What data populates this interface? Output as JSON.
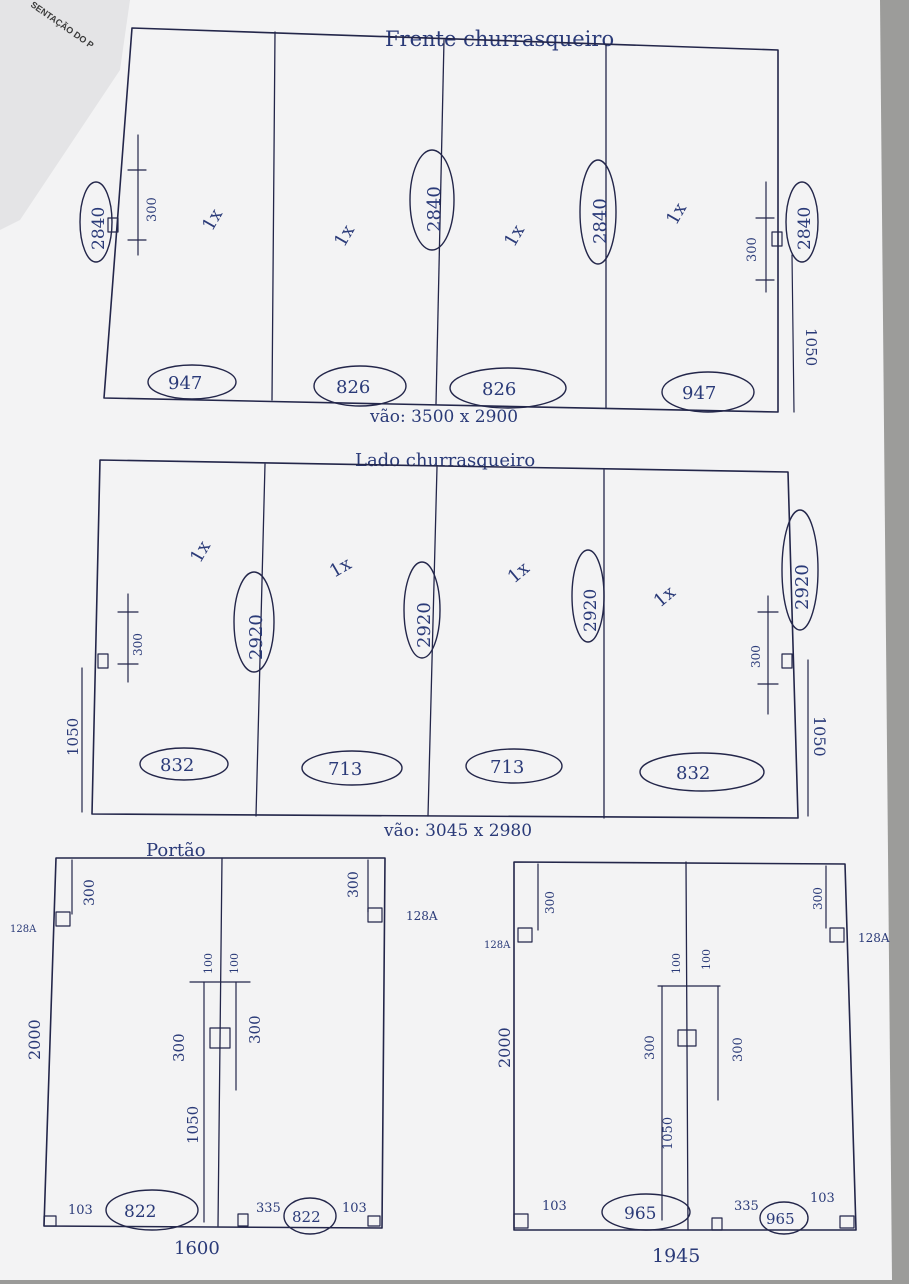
{
  "background_paper": {
    "corner_label": "SENTAÇÃO DO P"
  },
  "front": {
    "title": "Frente churrasqueiro",
    "footer": "vão: 3500 x 2900",
    "panel_heights": [
      "2840",
      "2840",
      "2840",
      "2840"
    ],
    "panel_widths": [
      "947",
      "826",
      "826",
      "947"
    ],
    "marks": [
      "1x",
      "1x",
      "1x",
      "1x"
    ],
    "lock_offset": "300",
    "handle_height": "1050"
  },
  "side": {
    "title": "Lado churrasqueiro",
    "footer": "vão: 3045 x 2980",
    "panel_heights": [
      "2920",
      "2920",
      "2920",
      "2920"
    ],
    "panel_widths": [
      "832",
      "713",
      "713",
      "832"
    ],
    "marks": [
      "1x",
      "1x",
      "1x",
      "1x"
    ],
    "lock_offset": "300",
    "handle_height": "1050"
  },
  "gate_left": {
    "title": "Portão",
    "width_total": "1600",
    "height": "2000",
    "top_offset": "300",
    "hinge": "128A",
    "center_a": "100",
    "center_b": "100",
    "lock_a": "300",
    "lock_b": "300",
    "handle": "1050",
    "corner": "103",
    "gap": "335",
    "leaf_widths": [
      "822",
      "822"
    ]
  },
  "gate_right": {
    "width_total": "1945",
    "height": "2000",
    "top_offset": "300",
    "hinge": "128A",
    "center_a": "100",
    "center_b": "100",
    "lock_a": "300",
    "lock_b": "300",
    "handle": "1050",
    "corner": "103",
    "gap": "335",
    "leaf_widths": [
      "965",
      "965"
    ]
  }
}
